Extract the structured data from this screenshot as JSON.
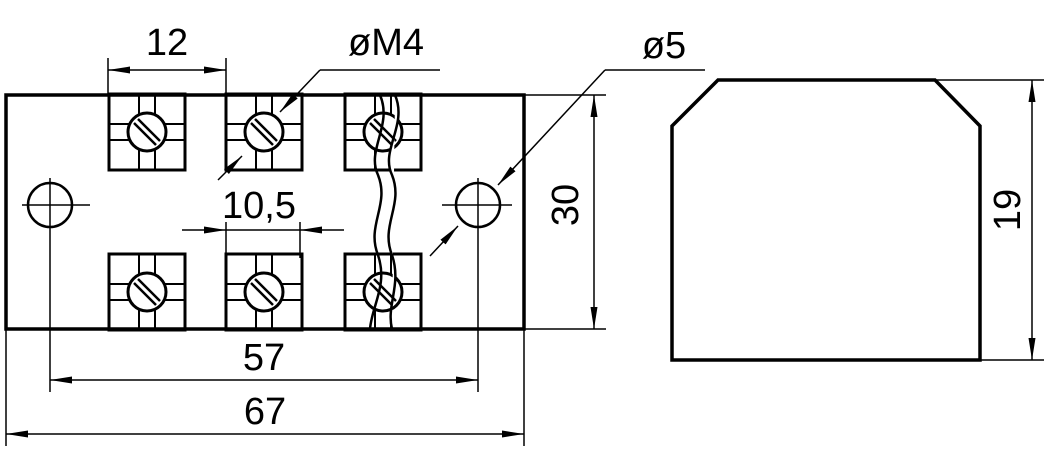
{
  "dimensions": {
    "terminal_pitch": "12",
    "screw_thread": "øM4",
    "mounting_hole": "ø5",
    "screw_spacing": "10,5",
    "body_height": "30",
    "hole_spacing": "57",
    "overall_length": "67",
    "side_height": "19"
  },
  "colors": {
    "ink": "#000000",
    "paper": "#ffffff"
  }
}
